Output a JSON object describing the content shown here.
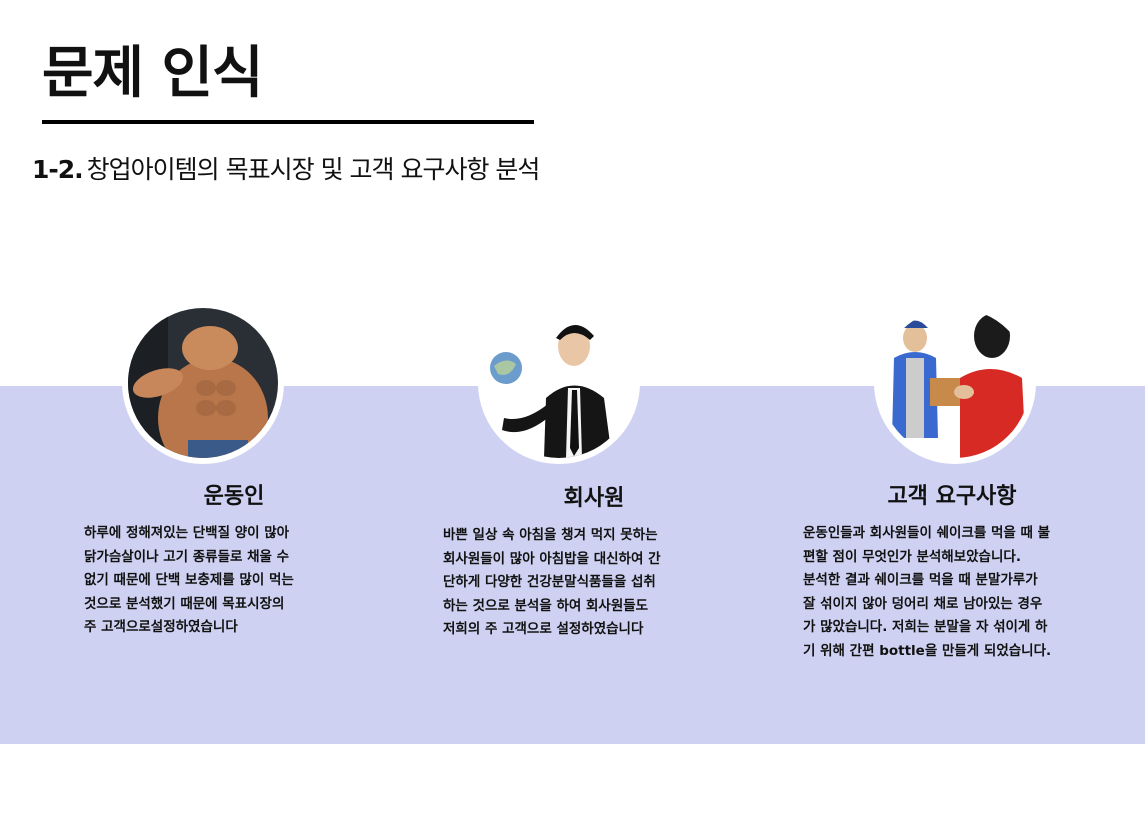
{
  "page": {
    "title": "문제 인식",
    "subtitle_number": "1-2.",
    "subtitle_text": "창업아이템의 목표시장 및 고객 요구사항 분석"
  },
  "cards": [
    {
      "title": "운동인",
      "image_icon": "muscular-athlete-icon",
      "body": "하루에 정해져있는 단백질 양이 많아\n닭가슴살이나 고기 종류들로 채울 수\n없기 때문에 단백 보충제를 많이 먹는\n것으로 분석했기 때문에 목표시장의\n주 고객으로설정하였습니다"
    },
    {
      "title": "회사원",
      "image_icon": "businessman-globe-icon",
      "body": "바쁜 일상 속 아침을 챙겨 먹지 못하는\n회사원들이 많아 아침밥을 대신하여 간\n단하게 다양한 건강분말식품들을 섭취\n하는 것으로 분석을 하여 회사원들도\n저희의 주 고객으로 설정하였습니다"
    },
    {
      "title": "고객 요구사항",
      "image_icon": "delivery-customer-icon",
      "body": "운동인들과 회사원들이 쉐이크를 먹을 때 불\n편할 점이 무엇인가 분석해보았습니다.\n분석한 결과 쉐이크를 먹을 때 분말가루가\n잘 섞이지 않아 덩어리 채로 남아있는 경우\n가 많았습니다. 저희는 분말을 자 섞이게 하\n기 위해 간편 bottle을 만들게 되었습니다."
    }
  ],
  "colors": {
    "band": "#ced1f1",
    "text": "#111111",
    "rule": "#000000"
  }
}
